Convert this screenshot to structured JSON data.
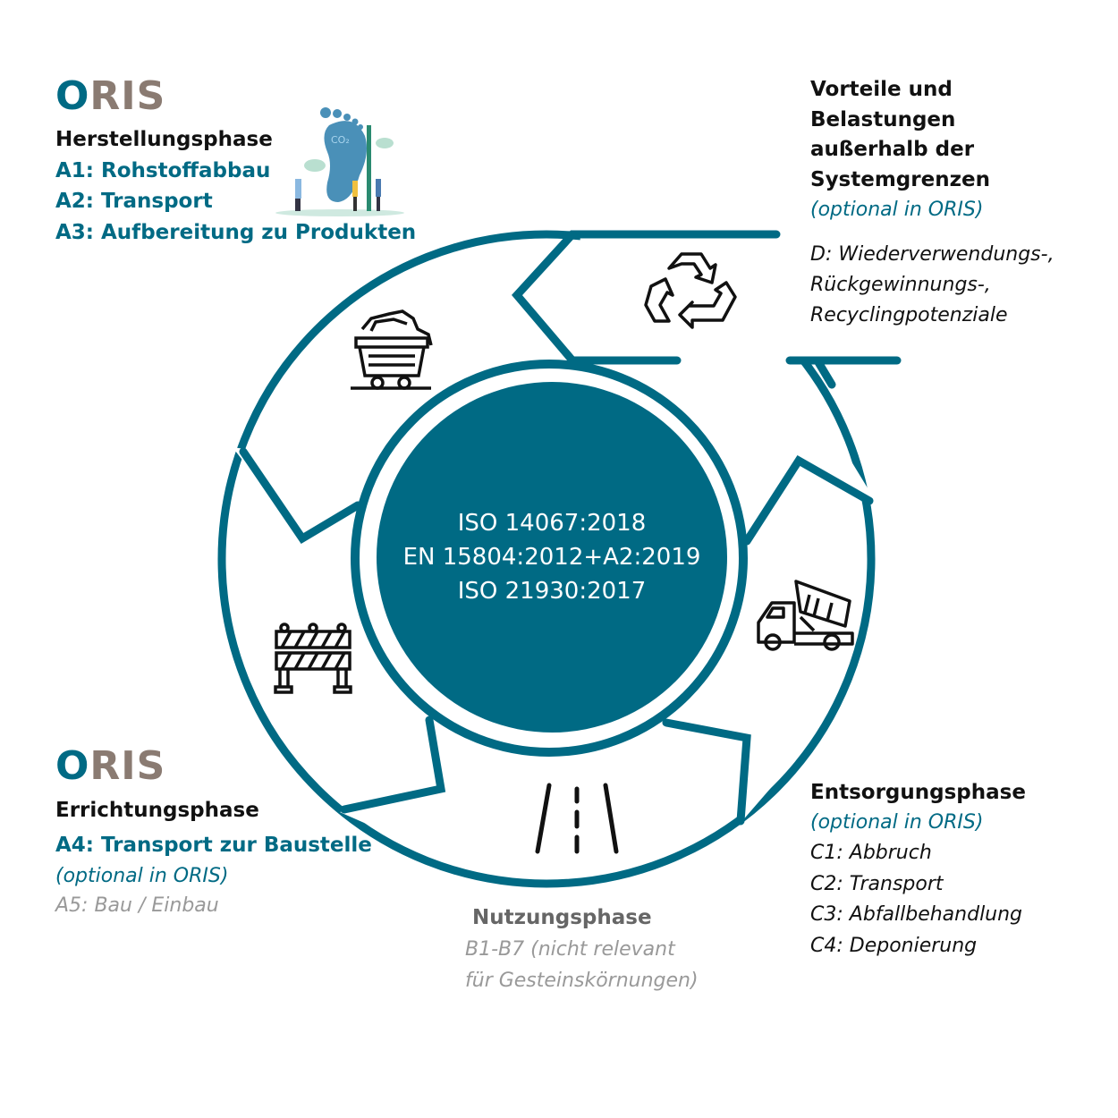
{
  "colors": {
    "teal": "#006a84",
    "logo_grey": "#8a7b72",
    "muted": "#999999"
  },
  "logo": {
    "o": "O",
    "ris": "RIS"
  },
  "center": {
    "lines": [
      "ISO 14067:2018",
      "EN 15804:2012+A2:2019",
      "ISO 21930:2017"
    ]
  },
  "herstellung": {
    "title": "Herstellungsphase",
    "items": [
      "A1: Rohstoffabbau",
      "A2: Transport",
      "A3: Aufbereitung zu Produkten"
    ],
    "illustration_label": "CO₂"
  },
  "vorteile": {
    "title_lines": [
      "Vorteile und",
      "Belastungen",
      "außerhalb der",
      "Systemgrenzen"
    ],
    "optional": "(optional in ORIS)",
    "items": [
      "D: Wiederverwendungs-,",
      "Rückgewinnungs-,",
      "Recyclingpotenziale"
    ]
  },
  "errichtung": {
    "title": "Errichtungsphase",
    "item_a4": "A4: Transport zur Baustelle",
    "optional": "(optional in ORIS)",
    "item_a5": "A5: Bau / Einbau"
  },
  "nutzung": {
    "title": "Nutzungsphase",
    "lines": [
      "B1-B7 (nicht relevant",
      "für Gesteinskörnungen)"
    ]
  },
  "entsorgung": {
    "title": "Entsorgungsphase",
    "optional": "(optional in ORIS)",
    "items": [
      "C1: Abbruch",
      "C2: Transport",
      "C3: Abfallbehandlung",
      "C4: Deponierung"
    ]
  },
  "icons": [
    "mine-cart-icon",
    "recycle-icon",
    "dump-truck-icon",
    "road-icon",
    "barrier-icon",
    "co2-footprint-illustration"
  ]
}
